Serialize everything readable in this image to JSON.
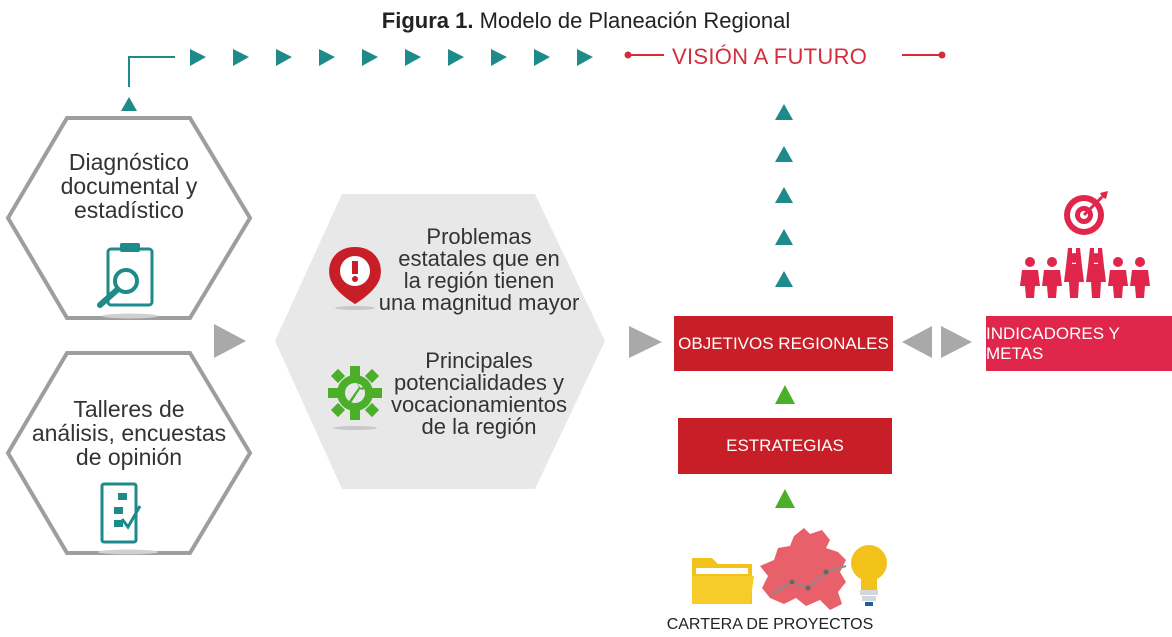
{
  "figure": {
    "title_bold": "Figura 1.",
    "title_rest": " Modelo de Planeación Regional"
  },
  "vision": {
    "label": "VISIÓN A FUTURO"
  },
  "left_hexes": [
    {
      "lines": [
        "Diagnóstico",
        "documental y",
        "estadístico"
      ],
      "icon": "clipboard-search-icon"
    },
    {
      "lines": [
        "Talleres de",
        "análisis, encuestas",
        "de opinión"
      ],
      "icon": "survey-checklist-icon"
    }
  ],
  "center_hex": {
    "problems": {
      "lines": [
        "Problemas",
        "estatales que en",
        "la región tienen",
        "una magnitud mayor"
      ],
      "icon": "alert-pin-icon"
    },
    "potentials": {
      "lines": [
        "Principales",
        "potencialidades y",
        "vocacionamientos",
        "de la región"
      ],
      "icon": "gear-wrench-icon"
    }
  },
  "boxes": {
    "objetivos": "OBJETIVOS  REGIONALES",
    "indicadores": "INDICADORES Y METAS",
    "estrategias": "ESTRATEGIAS"
  },
  "cartera": {
    "label": "CARTERA DE PROYECTOS",
    "icons": [
      "folder-icon",
      "region-map-icon",
      "lightbulb-icon"
    ]
  },
  "target_group": {
    "icons": [
      "target-icon",
      "people-group-icon"
    ]
  },
  "colors": {
    "teal": "#1f8a8a",
    "red": "#c81e27",
    "pink": "#e0264b",
    "green": "#4caf2a",
    "gray_arrow": "#a9a9a9",
    "hex_outline": "#9e9e9e",
    "center_hex_fill": "#e8e8e8"
  }
}
